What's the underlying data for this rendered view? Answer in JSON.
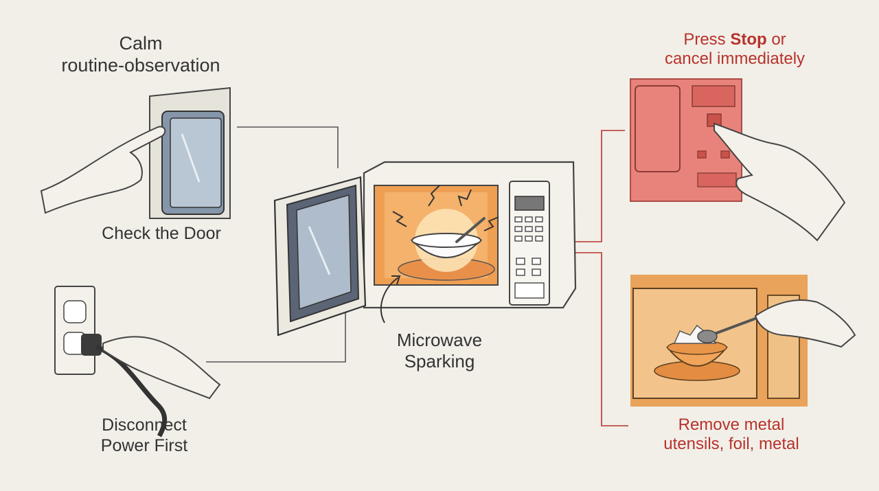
{
  "labels": {
    "calm_line1": "Calm",
    "calm_line2": "routine-observation",
    "check_door": "Check the Door",
    "power_line1": "Disconnect",
    "power_line2": "Power First",
    "micro_line1": "Microwave",
    "micro_line2": "Sparking",
    "stop_prefix": "Press ",
    "stop_strong": "Stop",
    "stop_suffix": " or",
    "stop_line2": "cancel immediately",
    "metal_line1": "Remove metal",
    "metal_line2": "utensils, foil, metal"
  },
  "colors": {
    "background": "#f1efe8",
    "alert_red": "#b8322c",
    "warning_orange": "#e9a35a",
    "panel_pink": "#e8837b"
  },
  "icons": {
    "center": "open-microwave-sparking-icon",
    "door": "hand-checking-door-icon",
    "power": "hand-unplugging-outlet-icon",
    "stop": "hand-pressing-stop-icon",
    "metal": "spoon-removing-foil-icon"
  }
}
